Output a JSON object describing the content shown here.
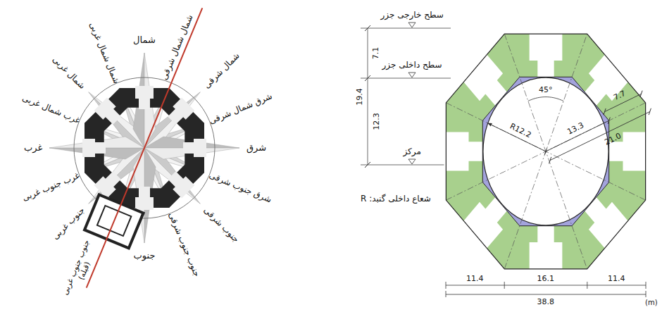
{
  "diagram": {
    "labels": [
      "شمال",
      "شمال شمال شرقی",
      "شمال شرقی",
      "شرق شمال شرقی",
      "شرق",
      "شرق جنوب شرقی",
      "جنوب شرقی",
      "جنوب جنوب شرقی",
      "جنوب",
      "جنوب جنوب غربی (قبله)",
      "جنوب غربی",
      "غرب جنوب غربی",
      "غرب",
      "غرب شمال غربی",
      "شمال غربی",
      "شمال شمال غربی",
      "سطح خارجی جزر",
      "سطح داخلی جزر",
      "مرکز",
      "7.1",
      "12.3",
      "19.4",
      "شعاع داخلی گنبد: R",
      "45°",
      "R12.2",
      "13.3",
      "21.0",
      "7.7",
      "11.4",
      "16.1",
      "11.4",
      "38.8",
      "(m)"
    ]
  }
}
